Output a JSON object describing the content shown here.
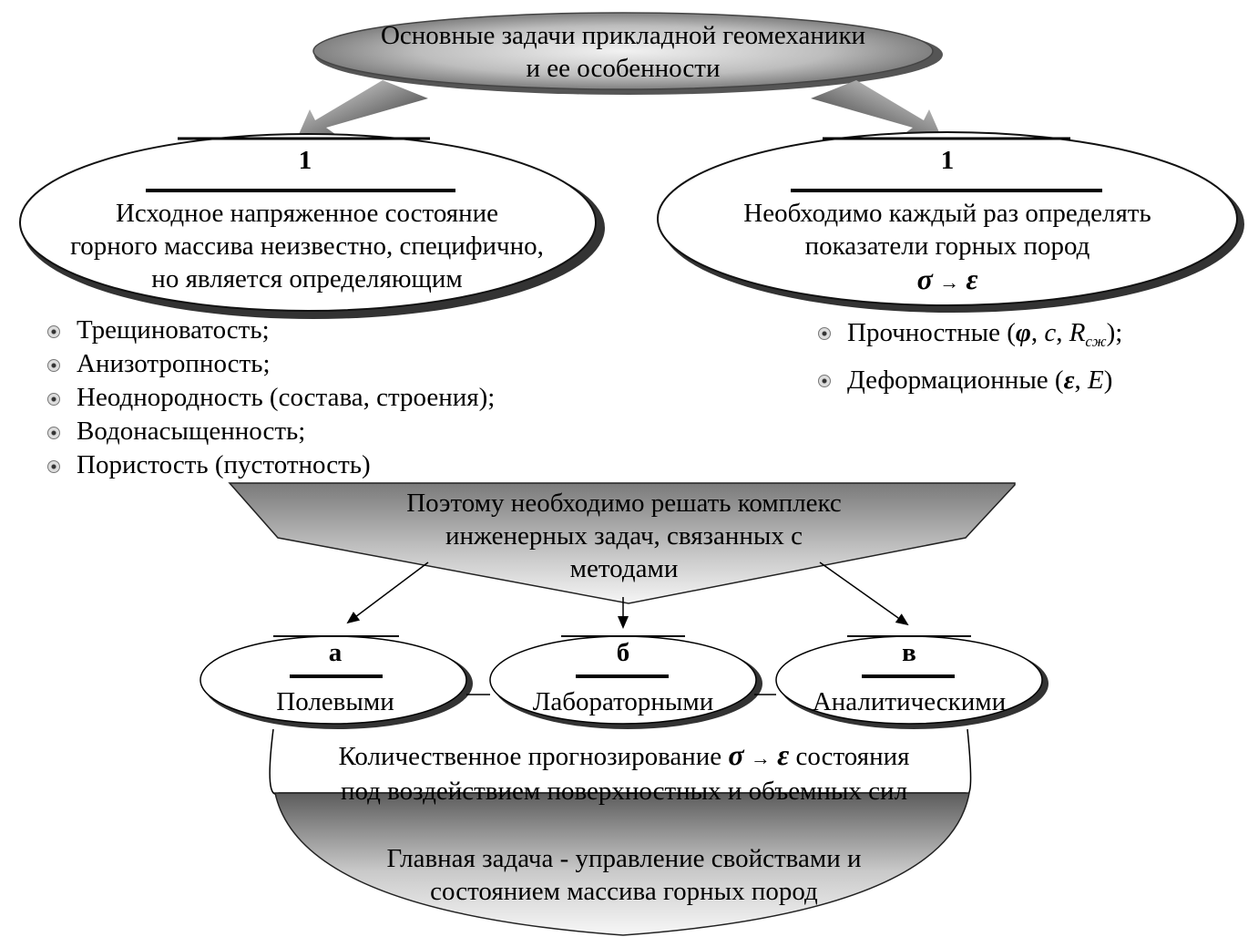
{
  "top": {
    "line1": "Основные задачи прикладной геомеханики",
    "line2": "и ее особенности"
  },
  "left_box": {
    "number": "1",
    "line1": "Исходное напряженное состояние",
    "line2": "горного массива неизвестно, специфично,",
    "line3": "но является определяющим",
    "items": [
      "Трещиноватость;",
      "Анизотропность;",
      "Неоднородность (состава, строения);",
      "Водонасыщенность;",
      "Пористость (пустотность)"
    ]
  },
  "right_box": {
    "number": "1",
    "line1": "Необходимо каждый раз определять",
    "line2": "показатели горных пород",
    "formula_sigma": "σ",
    "formula_arrow": "→",
    "formula_eps": "ε",
    "items": {
      "strength_label": "Прочностные (",
      "phi": "φ",
      "comma1": ", ",
      "c": "c",
      "comma2": ", ",
      "r": "R",
      "r_sub": "сж",
      "strength_end": ");",
      "deform_label": "Деформационные (",
      "eps": "ε",
      "comma3": ", ",
      "e": "E",
      "deform_end": ")"
    }
  },
  "funnel": {
    "line1": "Поэтому необходимо решать комплекс",
    "line2": "инженерных задач, связанных с",
    "line3": "методами"
  },
  "methods": [
    {
      "letter": "а",
      "label": "Полевыми"
    },
    {
      "letter": "б",
      "label": "Лабораторными"
    },
    {
      "letter": "в",
      "label": "Аналитическими"
    }
  ],
  "bottom": {
    "line1_start": "Количественное прогнозирование",
    "sigma": "σ",
    "arrow": "→",
    "eps": "ε",
    "line1_end": "состояния",
    "line2": "под воздействием поверхностных и объемных сил",
    "main_line1": "Главная задача - управление свойствами и",
    "main_line2": "состоянием массива горных пород"
  }
}
